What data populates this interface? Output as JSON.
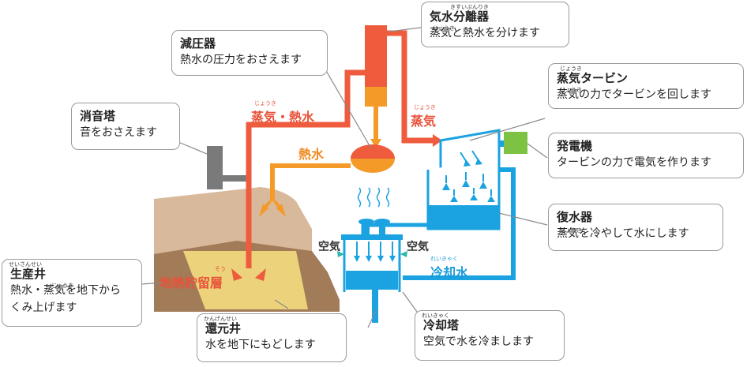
{
  "callouts": {
    "separator": {
      "title": "気水分離器",
      "ruby": "きすいぶんりき",
      "desc": "蒸気と熱水を分けます",
      "desc_ruby": "じょうき"
    },
    "reducer": {
      "title": "減圧器",
      "desc": "熱水の圧力をおさえます"
    },
    "silencer": {
      "title": "消音塔",
      "desc": "音をおさえます"
    },
    "turbine": {
      "title": "蒸気タービン",
      "ruby": "じょうき",
      "desc": "蒸気の力でタービンを回します",
      "desc_ruby": "じょうき"
    },
    "generator": {
      "title": "発電機",
      "desc": "タービンの力で電気を作ります"
    },
    "condenser": {
      "title": "復水器",
      "desc": "蒸気を冷やして水にします",
      "desc_ruby": "じょうき"
    },
    "production_well": {
      "title": "生産井",
      "ruby": "せいさんせい",
      "desc_line1": "熱水・蒸気を地下から",
      "desc_line2": "くみ上げます",
      "desc_ruby": "じょうき"
    },
    "reinjection_well": {
      "title": "還元井",
      "ruby": "かんげんせい",
      "desc": "水を地下にもどします"
    },
    "cooling_tower": {
      "title": "冷却塔",
      "ruby": "れいきゃく",
      "desc": "空気で水を冷まします"
    }
  },
  "flow_labels": {
    "steam_hot_water": {
      "text": "蒸気・熱水",
      "ruby": "じょうき"
    },
    "hot_water": {
      "text": "熱水"
    },
    "steam": {
      "text": "蒸気",
      "ruby": "じょうき"
    },
    "cooling_water": {
      "text": "冷却水",
      "ruby": "れいきゃく"
    },
    "air_left": {
      "text": "空気"
    },
    "air_right": {
      "text": "空気"
    },
    "reservoir": {
      "text": "地熱貯留層",
      "ruby": "そう"
    }
  },
  "colors": {
    "steam_pipe": "#ee5b3d",
    "hot_water_pipe": "#f39a28",
    "cooling_pipe": "#1aa3e0",
    "ground_top": "#d9b99b",
    "ground_mid": "#a07a58",
    "reservoir": "#ecd27a",
    "generator": "#7dc242",
    "silencer": "#7a7a7a"
  }
}
